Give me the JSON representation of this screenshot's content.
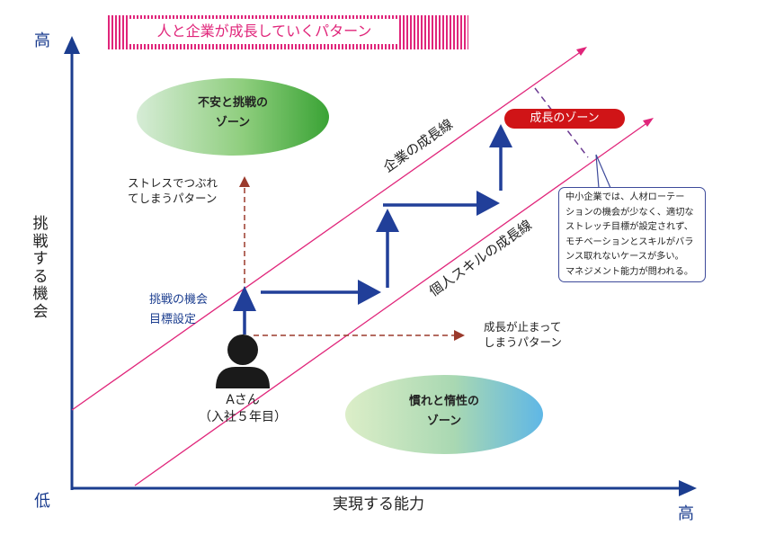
{
  "title": "人と企業が成長していくパターン",
  "axes": {
    "y_high": "高",
    "y_low": "低",
    "x_high": "高",
    "y_title": "挑戦する機会",
    "x_title": "実現する能力"
  },
  "lines": {
    "company": "企業の成長線",
    "individual": "個人スキルの成長線"
  },
  "zones": {
    "anxiety": [
      "不安と挑戦の",
      "ゾーン"
    ],
    "habit": [
      "慣れと惰性の",
      "ゾーン"
    ],
    "growth": "成長のゾーン"
  },
  "challenge_label": [
    "挑戦の機会",
    "目標設定"
  ],
  "stress_pattern": [
    "ストレスでつぶれ",
    "てしまうパターン"
  ],
  "stop_pattern": [
    "成長が止まって",
    "しまうパターン"
  ],
  "person": [
    "Aさん",
    "（入社５年目）"
  ],
  "callout": [
    "中小企業では、人材ローテー",
    "ションの機会が少なく、適切な",
    "ストレッチ目標が設定されず、",
    "モチベーションとスキルがバラ",
    "ンス取れないケースが多い。",
    "マネジメント能力が問われる。"
  ],
  "colors": {
    "axis": "#1b3d8f",
    "arrow": "#213f99",
    "growth_line": "#e0257a",
    "dashed": "#9b3a2c",
    "growth_zone": "#d01417",
    "title_pink": "#e0257a"
  }
}
